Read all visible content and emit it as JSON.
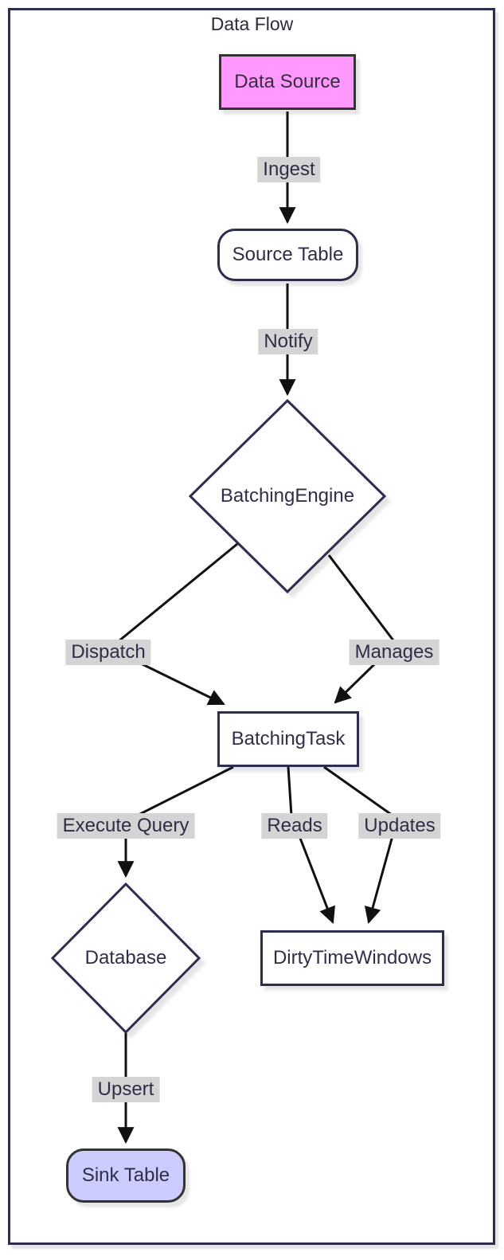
{
  "title": "Data Flow",
  "colors": {
    "node_fill": "#ffffff",
    "node_border": "#2d2d4e",
    "styled_node_border": "#333333",
    "data_source_fill": "#ff99ff",
    "sink_table_fill": "#ccccff",
    "edge_stroke": "#111111",
    "edge_label_bg": "#d4d4d4",
    "text": "#2e2e48"
  },
  "nodes": [
    {
      "id": "data-source",
      "label": "Data Source",
      "shape": "rectangle",
      "fill": "#ff99ff"
    },
    {
      "id": "source-table",
      "label": "Source Table",
      "shape": "rounded-rectangle",
      "fill": "#ffffff"
    },
    {
      "id": "batching-engine",
      "label": "BatchingEngine",
      "shape": "diamond",
      "fill": "#ffffff"
    },
    {
      "id": "batching-task",
      "label": "BatchingTask",
      "shape": "rectangle",
      "fill": "#ffffff"
    },
    {
      "id": "database",
      "label": "Database",
      "shape": "diamond",
      "fill": "#ffffff"
    },
    {
      "id": "dirty-time-windows",
      "label": "DirtyTimeWindows",
      "shape": "rectangle",
      "fill": "#ffffff"
    },
    {
      "id": "sink-table",
      "label": "Sink Table",
      "shape": "rounded-rectangle",
      "fill": "#ccccff"
    }
  ],
  "edges": [
    {
      "from": "Data Source",
      "to": "Source Table",
      "label": "Ingest"
    },
    {
      "from": "Source Table",
      "to": "BatchingEngine",
      "label": "Notify"
    },
    {
      "from": "BatchingEngine",
      "to": "BatchingTask",
      "label": "Dispatch"
    },
    {
      "from": "BatchingEngine",
      "to": "BatchingTask",
      "label": "Manages"
    },
    {
      "from": "BatchingTask",
      "to": "Database",
      "label": "Execute Query"
    },
    {
      "from": "BatchingTask",
      "to": "DirtyTimeWindows",
      "label": "Reads"
    },
    {
      "from": "BatchingTask",
      "to": "DirtyTimeWindows",
      "label": "Updates"
    },
    {
      "from": "Database",
      "to": "Sink Table",
      "label": "Upsert"
    }
  ]
}
